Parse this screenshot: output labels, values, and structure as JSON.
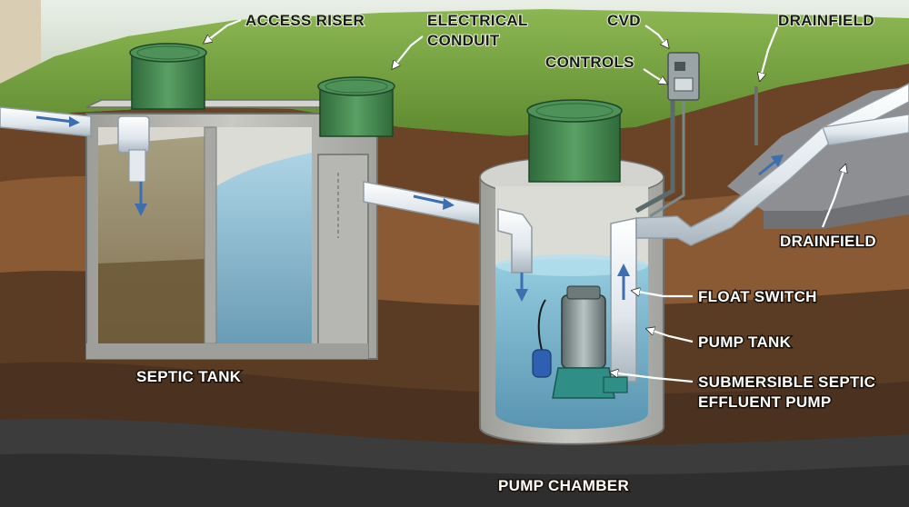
{
  "labels": {
    "access_riser": "ACCESS RISER",
    "electrical_conduit_1": "ELECTRICAL",
    "electrical_conduit_2": "CONDUIT",
    "cvd": "CVD",
    "controls": "CONTROLS",
    "drainfield_top": "DRAINFIELD",
    "drainfield_right": "DRAINFIELD",
    "float_switch": "FLOAT SWITCH",
    "pump_tank": "PUMP TANK",
    "pump_line_1": "SUBMERSIBLE SEPTIC",
    "pump_line_2": "EFFLUENT PUMP",
    "septic_tank": "SEPTIC TANK",
    "pump_chamber": "PUMP CHAMBER"
  },
  "colors": {
    "grass": "#6f9a3c",
    "soil_top": "#6b4326",
    "soil_mid": "#8a5a34",
    "soil_deep": "#4a3120",
    "rock": "#3c3c3c",
    "concrete": "#b9b9b6",
    "wastewater": "#8a7a55",
    "clear_water": "#7fb6cf",
    "pipe": "#e8eef3",
    "riser": "#3f7f4c",
    "flow_arrow": "#3d6fb0"
  }
}
